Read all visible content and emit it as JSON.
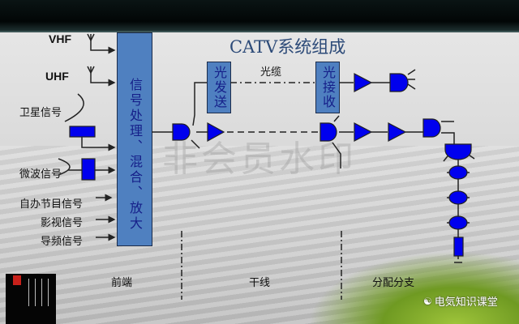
{
  "title": "CATV系统组成",
  "watermark": "非会员水印",
  "inputs": {
    "vhf": "VHF",
    "uhf": "UHF",
    "satellite": "卫星信号",
    "microwave": "微波信号",
    "self_program": "自办节目信号",
    "film_tv": "影视信号",
    "pilot": "导频信号"
  },
  "blocks": {
    "processing": "信号处理、混合、放大",
    "optical_transmitter": "光发送",
    "optical_receiver": "光接收",
    "fiber_cable": "光缆"
  },
  "sections": {
    "headend": "前端",
    "trunk": "干线",
    "distribution": "分配分支"
  },
  "brand": {
    "icon": "wechat-icon",
    "name": "电気知识课堂"
  },
  "colors": {
    "component_fill": "#0000ee",
    "block_fill": "#4f80c0",
    "block_text": "#16208a",
    "title": "#2c4a78"
  }
}
